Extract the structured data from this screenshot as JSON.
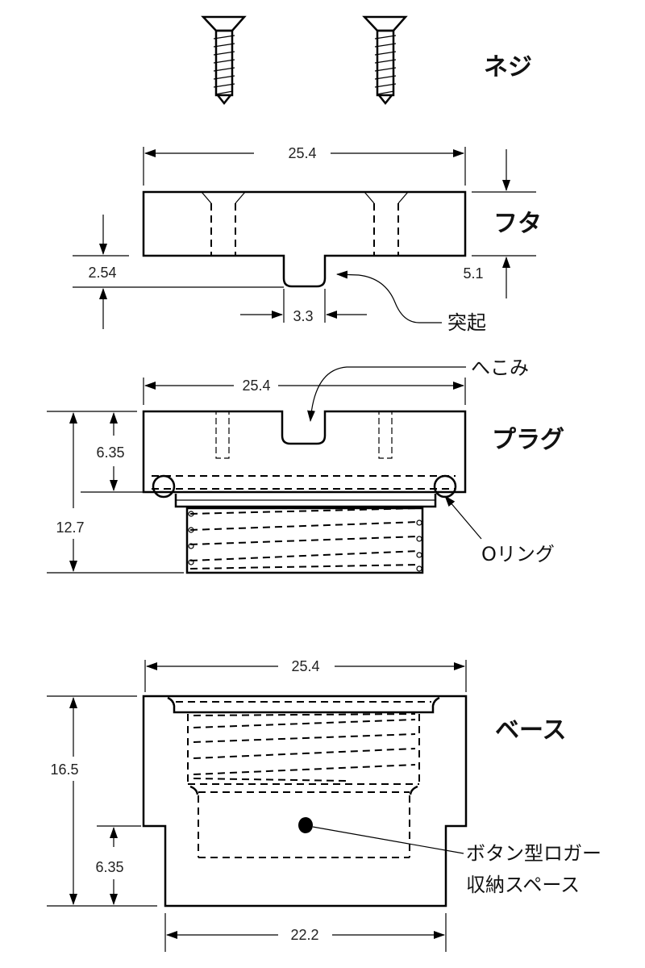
{
  "parts": {
    "screws": {
      "label": "ネジ"
    },
    "lid": {
      "label": "フタ",
      "width": "25.4",
      "thickness": "5.1",
      "protrusion_height": "2.54",
      "protrusion_width": "3.3",
      "protrusion_callout": "突起"
    },
    "plug": {
      "label": "プラグ",
      "width": "25.4",
      "head_height": "6.35",
      "total_height": "12.7",
      "recess_callout": "へこみ",
      "oring_callout": "Oリング"
    },
    "base": {
      "label": "ベース",
      "width": "25.4",
      "height": "16.5",
      "step_height": "6.35",
      "bottom_width": "22.2",
      "logger_callout_line1": "ボタン型ロガー",
      "logger_callout_line2": "収納スペース"
    }
  },
  "colors": {
    "line": "#000000",
    "background": "#ffffff"
  }
}
